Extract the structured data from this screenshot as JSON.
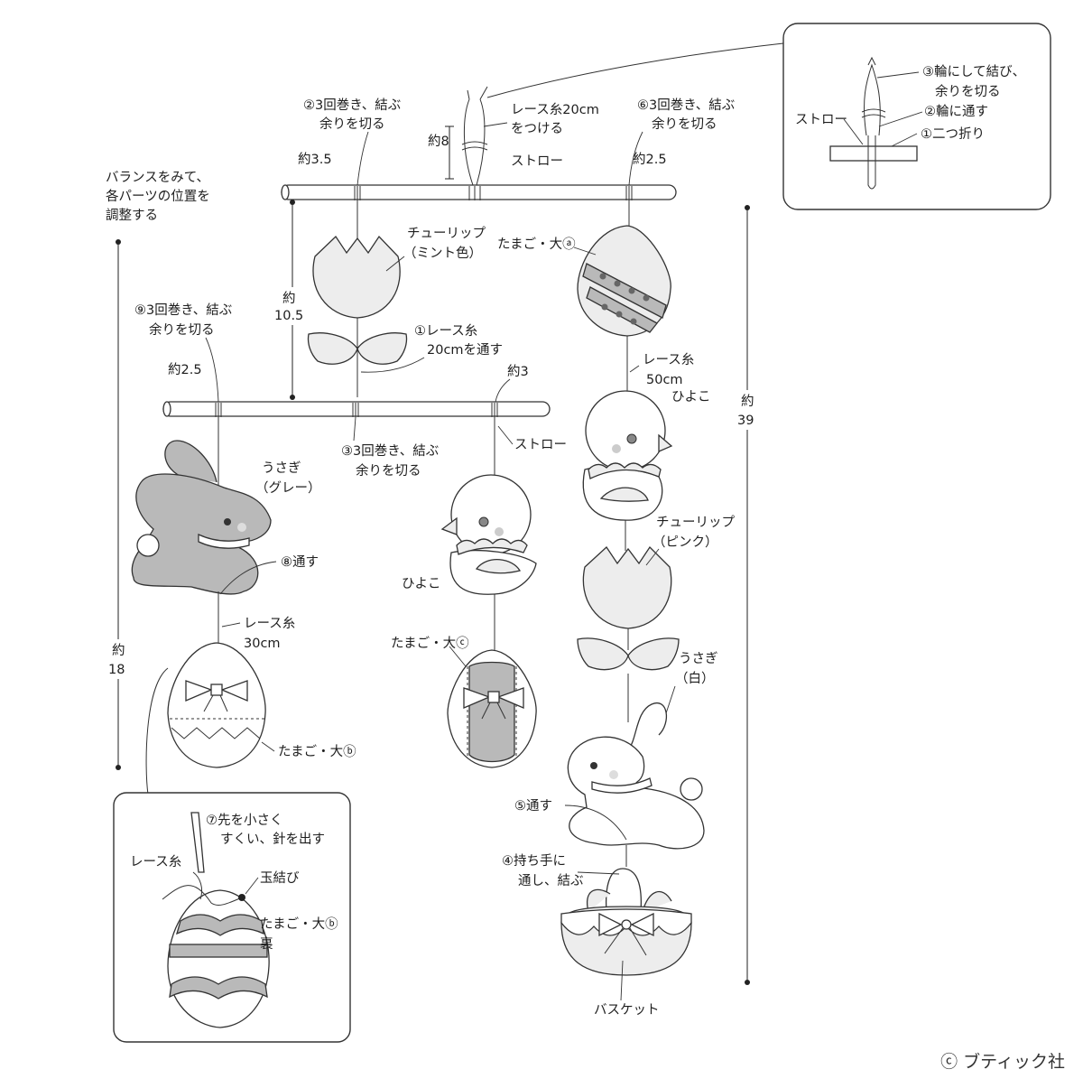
{
  "inset_top": {
    "step3": "③輪にして結び、",
    "step3b": "余りを切る",
    "step2": "②輪に通す",
    "straw": "ストロー",
    "step1": "①二つ折り"
  },
  "top_bar": {
    "step2": "②3回巻き、結ぶ",
    "step2b": "余りを切る",
    "lace": "レース糸20cm",
    "laceb": "をつける",
    "step6": "⑥3回巻き、結ぶ",
    "step6b": "余りを切る",
    "len8": "約8",
    "len35": "約3.5",
    "straw": "ストロー",
    "len25": "約2.5"
  },
  "balance": {
    "l1": "バランスをみて、",
    "l2": "各パーツの位置を",
    "l3": "調整する"
  },
  "tulip_mint": {
    "l1": "チューリップ",
    "l2": "（ミント色）"
  },
  "len105": {
    "l1": "約",
    "l2": "10.5"
  },
  "step1": {
    "l1": "①レース糸",
    "l2": "20cmを通す"
  },
  "step9": {
    "l1": "⑨3回巻き、結ぶ",
    "l2": "余りを切る"
  },
  "egg_a": "たまご・大ⓐ",
  "len25b": "約2.5",
  "len3": "約3",
  "lace50": {
    "l1": "レース糸",
    "l2": "50cm"
  },
  "chick_right": "ひよこ",
  "len39": {
    "l1": "約",
    "l2": "39"
  },
  "straw2": "ストロー",
  "step3": {
    "l1": "③3回巻き、結ぶ",
    "l2": "余りを切る"
  },
  "rabbit_gray": {
    "l1": "うさぎ",
    "l2": "（グレー）"
  },
  "step8": "⑧通す",
  "chick_mid": "ひよこ",
  "tulip_pink": {
    "l1": "チューリップ",
    "l2": "（ピンク）"
  },
  "lace30": {
    "l1": "レース糸",
    "l2": "30cm"
  },
  "len18": {
    "l1": "約",
    "l2": "18"
  },
  "egg_c": "たまご・大ⓒ",
  "rabbit_white": {
    "l1": "うさぎ",
    "l2": "（白）"
  },
  "egg_b": "たまご・大ⓑ",
  "step5": "⑤通す",
  "step4": {
    "l1": "④持ち手に",
    "l2": "通し、結ぶ"
  },
  "inset_bottom": {
    "step7": "⑦先を小さく",
    "step7b": "すくい、針を出す",
    "lace": "レース糸",
    "knot": "玉結び",
    "egg": "たまご・大ⓑ",
    "back": "裏"
  },
  "basket": "バスケット",
  "copyright": "ⓒ ブティック社"
}
